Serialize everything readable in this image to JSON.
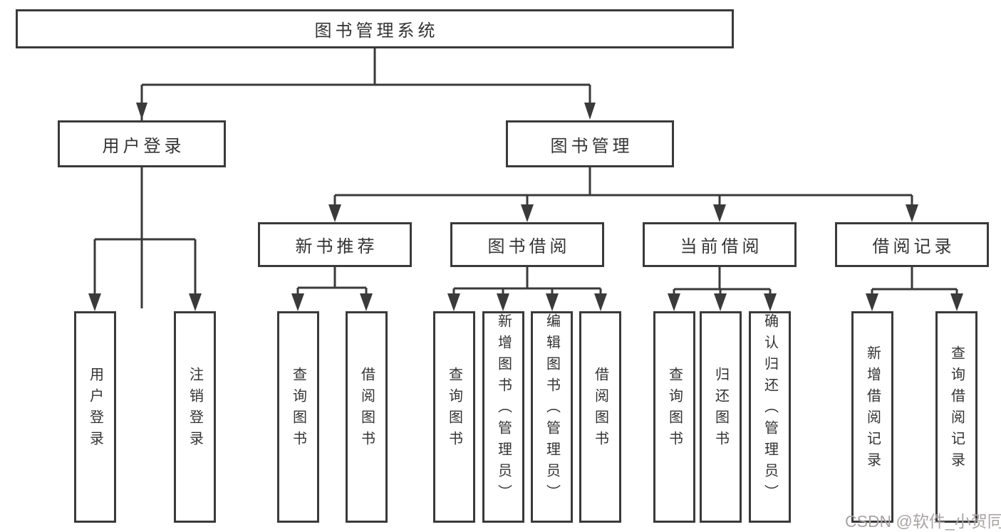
{
  "diagram": {
    "root": {
      "label": "图书管理系统"
    },
    "level2": [
      {
        "label": "用户登录"
      },
      {
        "label": "图书管理"
      }
    ],
    "level3": [
      {
        "label": "新书推荐"
      },
      {
        "label": "图书借阅"
      },
      {
        "label": "当前借阅"
      },
      {
        "label": "借阅记录"
      }
    ],
    "leaves": [
      {
        "label": "用户登录"
      },
      {
        "label": "注销登录"
      },
      {
        "label": "查询图书"
      },
      {
        "label": "借阅图书"
      },
      {
        "label": "查询图书"
      },
      {
        "label": "新增图书（管理员）"
      },
      {
        "label": "编辑图书（管理员）"
      },
      {
        "label": "借阅图书"
      },
      {
        "label": "查询图书"
      },
      {
        "label": "归还图书"
      },
      {
        "label": "确认归还（管理员）"
      },
      {
        "label": "新增借阅记录"
      },
      {
        "label": "查询借阅记录"
      }
    ]
  },
  "watermark": {
    "text": "CSDN @软件_小贺同学"
  },
  "colors": {
    "line": "#3a3a3a",
    "text": "#333333",
    "box_bg": "#ffffff",
    "background": "#ffffff",
    "watermark": "#a9a4a4"
  }
}
